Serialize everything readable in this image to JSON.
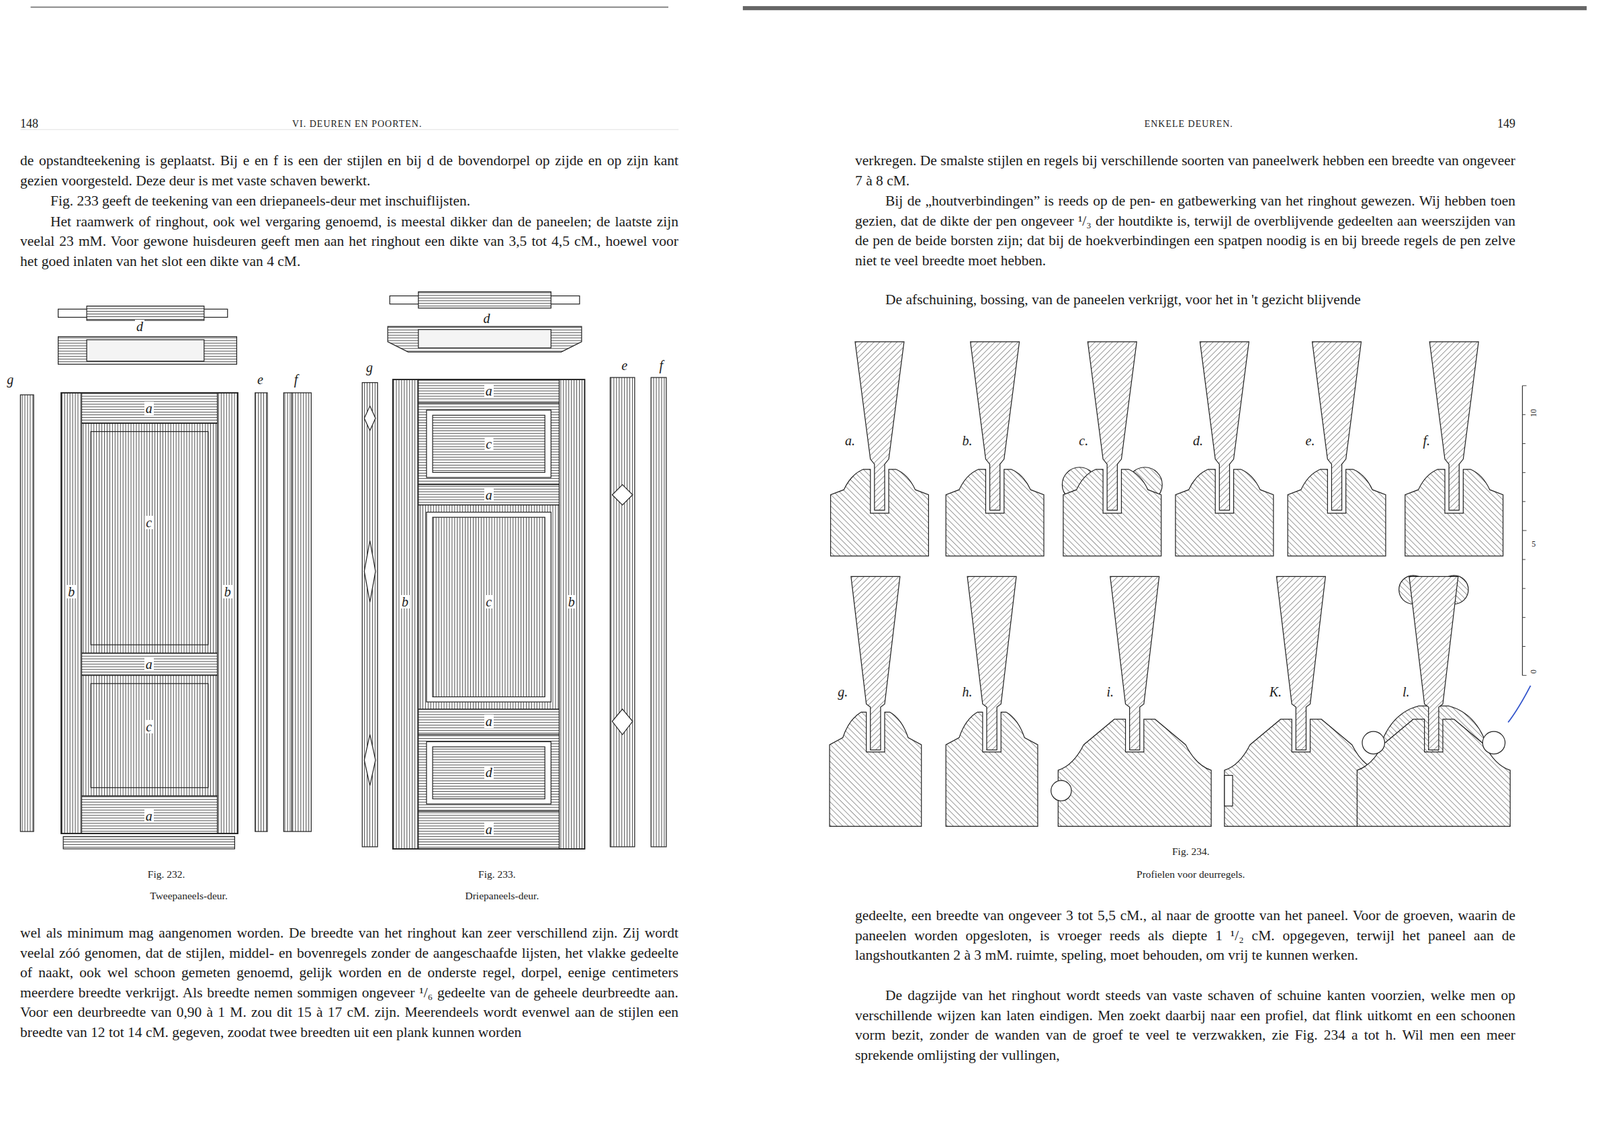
{
  "diagram": {
    "labels": [
      "148",
      "VI. DEUREN EN POORTEN.",
      "de opstandteekening is geplaatst. Bij e en f is een der stijlen en bij d de bovendorpel op zijde en op zijn kant gezien voorgesteld. Deze deur is met vaste schaven bewerkt.",
      "Fig. 233 geeft de teekening van een driepaneels-deur met inschuiflijsten.",
      "Het raamwerk of ringhout, ook wel vergaring genoemd, is meestal dikker dan de paneelen; de laatste zijn veelal 23 mM. Voor gewone huisdeuren geeft men aan het ringhout een dikte van 3,5 tot 4,5 cM., hoewel voor het goed inlaten van het slot een dikte van 4 cM.",
      "d",
      "g",
      "e",
      "f",
      "a",
      "c",
      "b",
      "b",
      "a",
      "c",
      "a",
      "d",
      "g",
      "e",
      "f",
      "a",
      "c",
      "a",
      "b",
      "b",
      "c",
      "a",
      "d",
      "a",
      "Fig. 232.",
      "Tweepaneels-deur.",
      "Fig. 233.",
      "Driepaneels-deur.",
      "wel als minimum mag aangenomen worden. De breedte van het ringhout kan zeer verschillend zijn. Zij wordt veelal zóó genomen, dat de stijlen, middel- en bovenregels zonder de aangeschaafde lijsten, het vlakke gedeelte of naakt, ook wel schoon gemeten genoemd, gelijk worden en de onderste regel, dorpel, eenige centimeters meerdere breedte verkrijgt. Als breedte nemen sommigen ongeveer ¹/₆ gedeelte van de geheele deurbreedte aan. Voor een deurbreedte van 0,90 à 1 M. zou dit 15 à 17 cM. zijn. Meerendeels wordt evenwel aan de stijlen een breedte van 12 tot 14 cM. gegeven, zoodat twee breedten uit een plank kunnen worden",
      "ENKELE DEUREN.",
      "149",
      "verkregen. De smalste stijlen en regels bij verschillende soorten van paneelwerk hebben een breedte van ongeveer 7 à 8 cM.",
      "Bij de „houtverbindingen” is reeds op de pen- en gatbewerking van het ringhout gewezen. Wij hebben toen gezien, dat de dikte der pen ongeveer ¹/₃ der houtdikte is, terwijl de overblijvende gedeelten aan weerszijden van de pen de beide borsten zijn; dat bij de hoekverbindingen een spatpen noodig is en bij breede regels de pen zelve niet te veel breedte moet hebben.",
      "De afschuining, bossing, van de paneelen verkrijgt, voor het in 't gezicht blijvende",
      "a.",
      "b.",
      "c.",
      "d.",
      "e.",
      "f.",
      "10",
      "5",
      "0",
      "g.",
      "h.",
      "i.",
      "K.",
      "l.",
      "Fig. 234.",
      "Profielen voor deurregels.",
      "gedeelte, een breedte van ongeveer 3 tot 5,5 cM., al naar de grootte van het paneel. Voor de groeven, waarin de paneelen worden opgesloten, is vroeger reeds als diepte 1 ¹/₂ cM. opgegeven, terwijl het paneel aan de langshoutkanten 2 à 3 mM. ruimte, speling, moet behouden, om vrij te kunnen werken.",
      "De dagzijde van het ringhout wordt steeds van vaste schaven of schuine kanten voorzien, welke men op verschillende wijzen kan laten eindigen. Men zoekt daarbij naar een profiel, dat flink uitkomt en een schoonen vorm bezit, zonder de wanden van de groef te veel te verzwakken, zie Fig. 234 a tot h. Wil men een meer sprekende omlijsting der vullingen,"
    ]
  }
}
